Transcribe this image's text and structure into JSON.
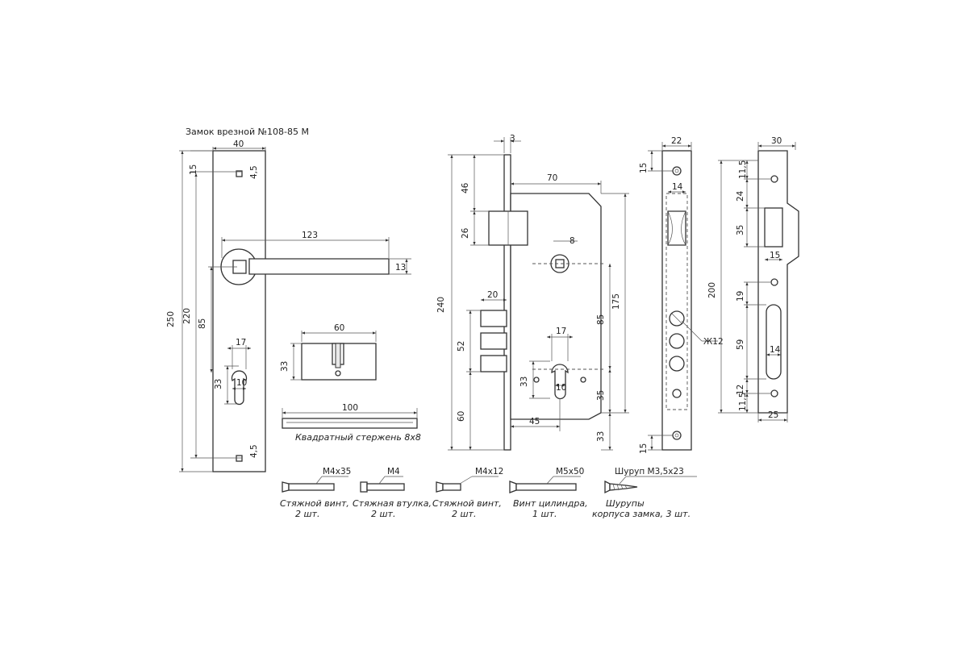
{
  "title": "Замок врезной №108-85 М",
  "plate": {
    "width": "40",
    "top_hole_offset": "15",
    "hole_size": "4,5",
    "handle_length": "123",
    "handle_thickness": "13",
    "plate_height": "250",
    "hole_spacing": "220",
    "axis_to_cylinder": "85",
    "cyl_width": "17",
    "cyl_height": "33",
    "cyl_pin": "10"
  },
  "cylinder": {
    "length": "60",
    "height": "33"
  },
  "spindle": {
    "length": "100",
    "caption": "Квадратный стержень 8х8"
  },
  "lock_body": {
    "faceplate_thickness": "3",
    "body_width": "70",
    "top_to_latch": "46",
    "latch_height": "26",
    "overall_height": "240",
    "square": "8",
    "bolt_projection": "20",
    "bolt_span": "52",
    "bottom_height": "60",
    "backset_center": "85",
    "axis_from_top": "175",
    "cyl_width": "17",
    "cyl_height": "33",
    "cyl_pin": "10",
    "lower_section": "35",
    "backset": "45",
    "bottom_offset": "33"
  },
  "faceplate": {
    "width": "22",
    "inner_width": "14",
    "end_hole": "15",
    "bottom_hole": "15",
    "slot_label": "Ж12"
  },
  "strike": {
    "width": "30",
    "dim_11_5_top": "11,5",
    "dim_24": "24",
    "dim_35": "35",
    "dim_15": "15",
    "overall": "200",
    "dim_19": "19",
    "dim_59": "59",
    "dim_14": "14",
    "dim_12": "12",
    "dim_11_5_bottom": "11,5",
    "bottom_width": "25"
  },
  "parts": [
    {
      "spec": "М4х35",
      "caption1": "Стяжной винт,",
      "caption2": "2 шт."
    },
    {
      "spec": "М4",
      "caption1": "Стяжная втулка,",
      "caption2": "2 шт."
    },
    {
      "spec": "М4х12",
      "caption1": "Стяжной винт,",
      "caption2": "2 шт."
    },
    {
      "spec": "М5х50",
      "caption1": "Винт цилиндра,",
      "caption2": "1 шт."
    },
    {
      "spec": "Шуруп М3,5х23",
      "caption1": "Шурупы",
      "caption2": "корпуса замка, 3 шт."
    }
  ]
}
